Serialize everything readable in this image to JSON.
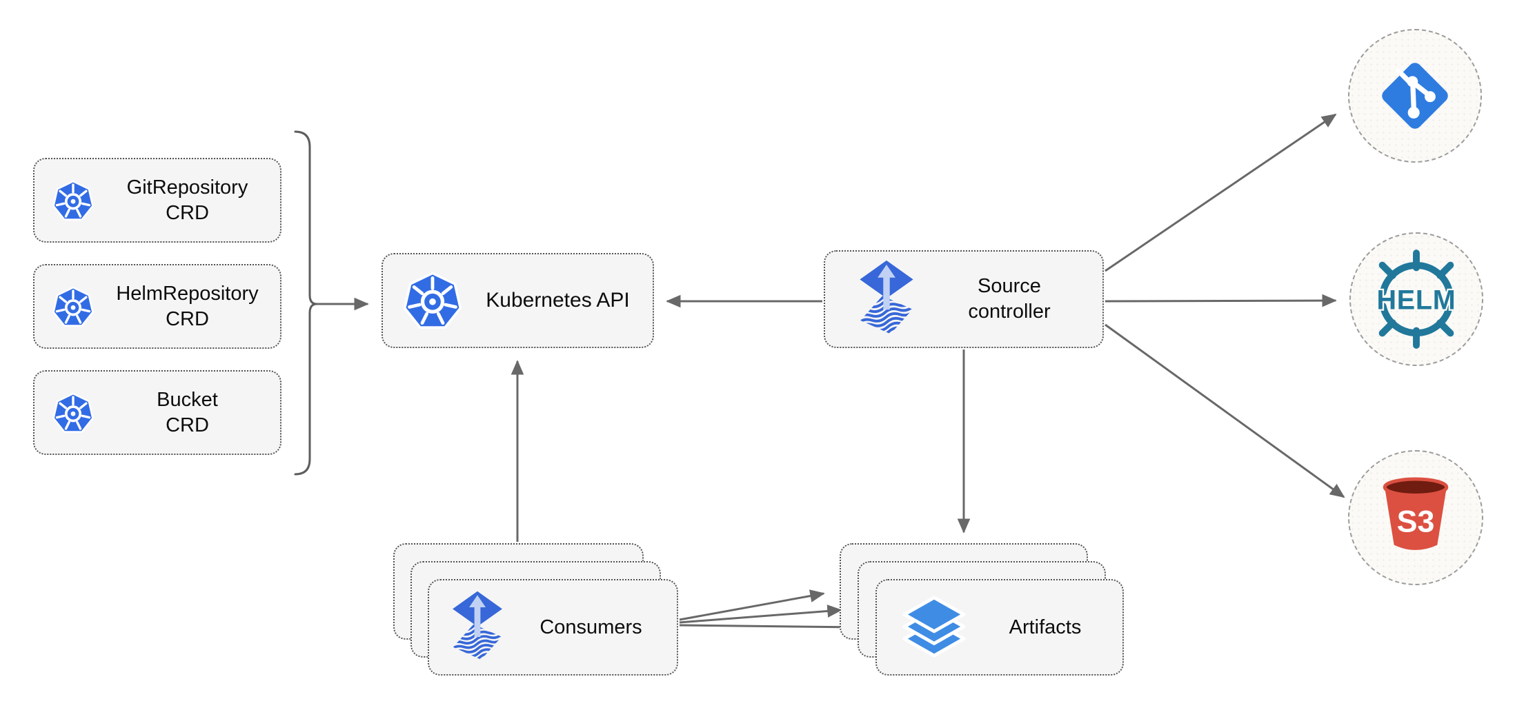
{
  "diagram": {
    "description": "Flux source-controller architecture diagram",
    "nodes": {
      "git_repository_crd": {
        "line1": "GitRepository",
        "line2": "CRD",
        "icon": "kubernetes-icon"
      },
      "helm_repository_crd": {
        "line1": "HelmRepository",
        "line2": "CRD",
        "icon": "kubernetes-icon"
      },
      "bucket_crd": {
        "line1": "Bucket",
        "line2": "CRD",
        "icon": "kubernetes-icon"
      },
      "kubernetes_api": {
        "label": "Kubernetes API",
        "icon": "kubernetes-icon"
      },
      "source_controller": {
        "line1": "Source",
        "line2": "controller",
        "icon": "flux-icon"
      },
      "consumers": {
        "label": "Consumers",
        "icon": "flux-icon",
        "stacked": 3
      },
      "artifacts": {
        "label": "Artifacts",
        "icon": "layers-icon",
        "stacked": 3
      }
    },
    "endpoints": {
      "git": {
        "icon": "git-icon"
      },
      "helm": {
        "icon": "helm-icon",
        "label": "HELM"
      },
      "s3": {
        "icon": "s3-bucket-icon",
        "label": "S3"
      }
    },
    "edges": [
      {
        "from": "crd-bracket",
        "to": "kubernetes_api",
        "arrow": true
      },
      {
        "from": "source_controller",
        "to": "kubernetes_api",
        "arrow": true
      },
      {
        "from": "consumers",
        "to": "kubernetes_api",
        "arrow": true
      },
      {
        "from": "source_controller",
        "to": "artifacts",
        "arrow": true
      },
      {
        "from": "source_controller",
        "to": "git",
        "arrow": true
      },
      {
        "from": "source_controller",
        "to": "helm",
        "arrow": true
      },
      {
        "from": "source_controller",
        "to": "s3",
        "arrow": true
      },
      {
        "from": "consumers",
        "to": "artifacts",
        "arrow": true,
        "count": 3
      }
    ],
    "colors": {
      "kubernetes_blue": "#326ce5",
      "flux_blue": "#3767d8",
      "flux_arrow_light": "#c0d1f4",
      "layers_blue": "#3f8ce5",
      "helm_teal": "#21789b",
      "git_blue": "#2e7ce0",
      "s3_red": "#dc5041",
      "s3_dark_red": "#701c10",
      "node_fill": "#f5f5f5",
      "node_border": "#525252",
      "circle_fill": "#fbfaf7",
      "circle_border": "#9c9c9c",
      "edge_gray": "#686868",
      "text": "#0d0d0d"
    }
  }
}
